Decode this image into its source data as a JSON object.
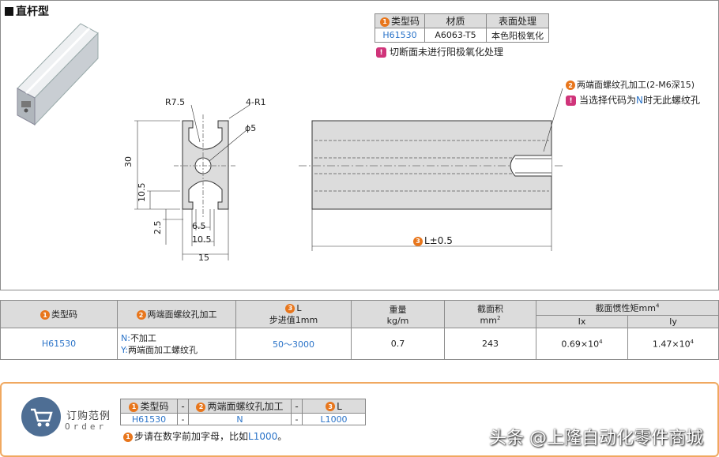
{
  "section_title": "直杆型",
  "material_table": {
    "headers": [
      "类型码",
      "材质",
      "表面处理"
    ],
    "header_badge": "1",
    "row": [
      "H61530",
      "A6063-T5",
      "本色阳极氧化"
    ]
  },
  "cut_note": "切断面未进行阳极氧化处理",
  "callouts": {
    "thread_badge": "2",
    "thread_label": "两端面螺纹孔加工",
    "thread_spec": "(2-M6深15)",
    "n_note_pre": "当选择代码为",
    "n_note_code": "N",
    "n_note_post": "时无此螺纹孔"
  },
  "dimensions": {
    "r75": "R7.5",
    "r1": "4-R1",
    "phi5": "ϕ5",
    "h30": "30",
    "h105": "10.5",
    "h25": "2.5",
    "w65": "6.5",
    "w105": "10.5",
    "w15": "15",
    "L_badge": "3",
    "L_label": "L±0.5"
  },
  "spec_table": {
    "h_type_badge": "1",
    "h_type": "类型码",
    "h_thread_badge": "2",
    "h_thread": "两端面螺纹孔加工",
    "h_L_badge": "3",
    "h_L": "L",
    "h_L_sub": "步进值1mm",
    "h_weight": "重量",
    "h_weight_unit": "kg/m",
    "h_area": "截面积",
    "h_area_unit": "mm",
    "h_inertia": "截面惯性矩mm",
    "h_ix": "Ix",
    "h_iy": "Iy",
    "row": {
      "type": "H61530",
      "thread_n_code": "N:",
      "thread_n": "不加工",
      "thread_y_code": "Y:",
      "thread_y": "两端面加工螺纹孔",
      "L": "50～3000",
      "weight": "0.7",
      "area": "243",
      "ix": "0.69×10",
      "iy": "1.47×10"
    }
  },
  "order": {
    "title_cn": "订购范例",
    "title_en": "Order",
    "headers": [
      "类型码",
      "-",
      "两端面螺纹孔加工",
      "-",
      "L"
    ],
    "header_badges": [
      "1",
      "2",
      "3"
    ],
    "row": [
      "H61530",
      "-",
      "N",
      "-",
      "L1000"
    ],
    "note_badge": "1",
    "note_pre": "步请在数字前加字母，比如",
    "note_code": "L1000",
    "note_post": "。"
  },
  "watermark": "头条 @上隆自动化零件商城"
}
